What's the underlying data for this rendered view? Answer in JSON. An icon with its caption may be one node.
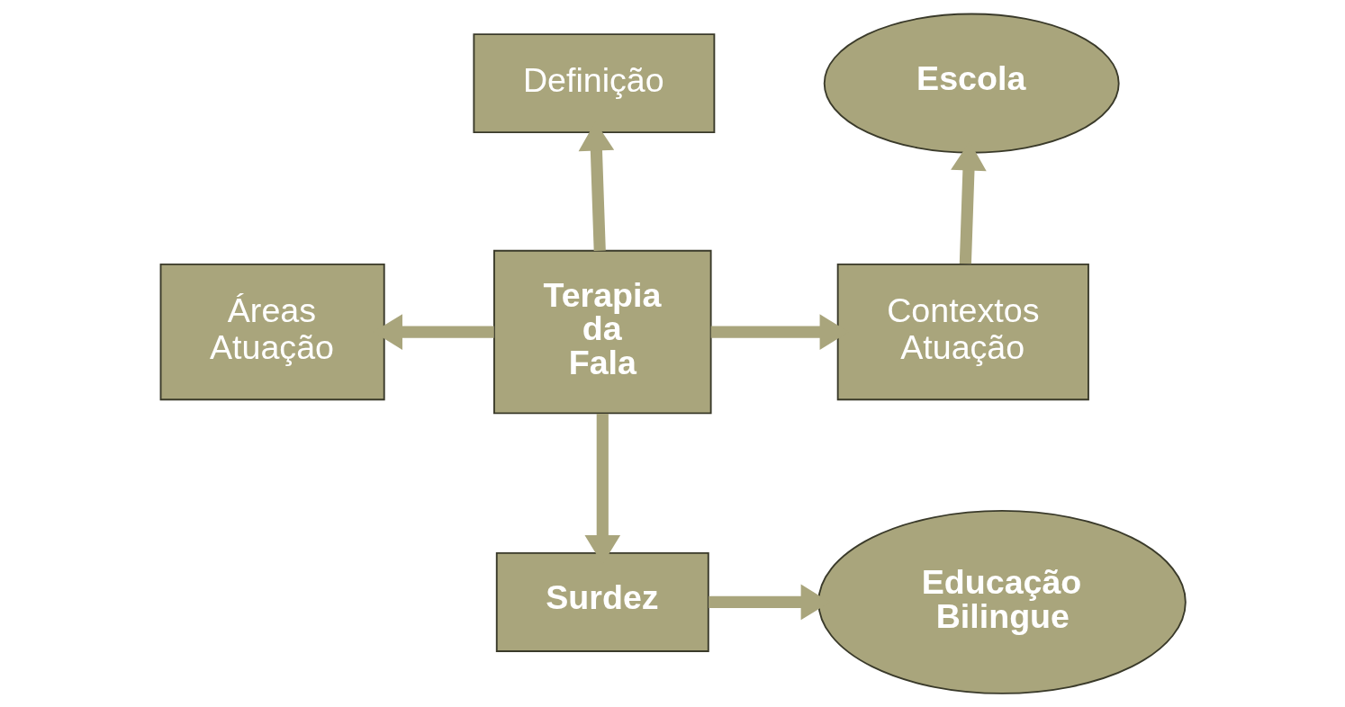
{
  "diagram": {
    "nodes": [
      {
        "text": [
          "Definição"
        ]
      },
      {
        "text": [
          "Escola"
        ]
      },
      {
        "text": [
          "Áreas Atuação"
        ]
      },
      {
        "text": [
          "Terapia da Fala"
        ]
      },
      {
        "text": [
          "Contextos Atuação"
        ]
      },
      {
        "text": [
          "Surdez"
        ]
      },
      {
        "text": [
          "Educação Bilingue"
        ]
      }
    ],
    "edges": [
      {
        "from": 3,
        "to": 0,
        "arrow": "to"
      },
      {
        "from": 3,
        "to": 2,
        "arrow": "to"
      },
      {
        "from": 3,
        "to": 4,
        "arrow": "to"
      },
      {
        "from": 3,
        "to": 5,
        "arrow": "to"
      },
      {
        "from": 4,
        "to": 1,
        "arrow": "to"
      },
      {
        "from": 5,
        "to": 6,
        "arrow": "to"
      }
    ]
  }
}
